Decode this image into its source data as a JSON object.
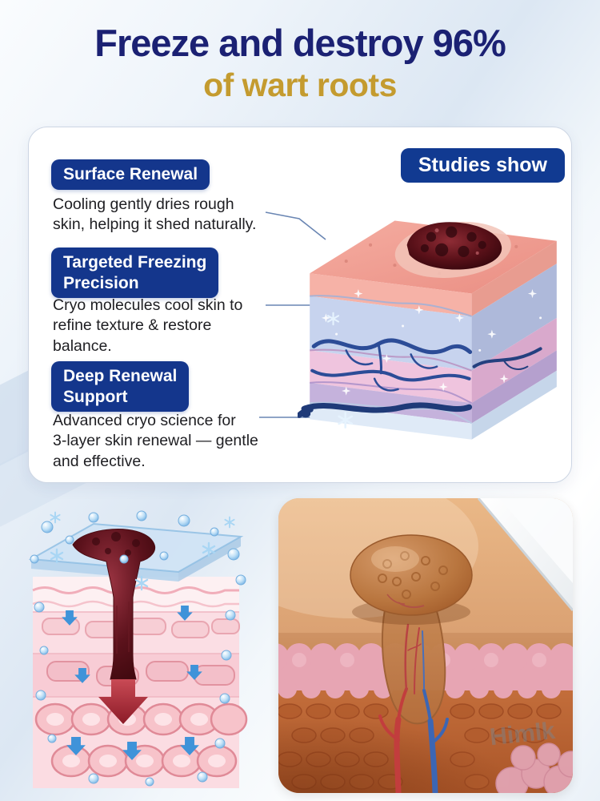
{
  "header": {
    "title_line1": "Freeze and destroy 96%",
    "title_line2": "of wart roots"
  },
  "card": {
    "studies_badge": "Studies show",
    "sections": [
      {
        "label": "Surface Renewal",
        "desc": "Cooling gently dries rough\nskin, helping it shed naturally."
      },
      {
        "label": "Targeted Freezing\nPrecision",
        "desc": "Cryo molecules cool skin to\nrefine texture & restore\nbalance."
      },
      {
        "label": "Deep Renewal\nSupport",
        "desc": "Advanced cryo science for\n3-layer skin renewal — gentle\nand effective."
      }
    ]
  },
  "watermark": "Himlk",
  "illustrations": {
    "card_image": "skin-layers-cross-section-with-wart",
    "bottom_left_image": "cryo-freeze-penetrating-skin-layers",
    "bottom_right_image": "wart-root-closeup-with-vessels"
  },
  "colors": {
    "title_navy": "#1b2173",
    "accent_gold": "#c49b2f",
    "badge_blue": "#14368c",
    "connector_line": "#6a86b3"
  }
}
